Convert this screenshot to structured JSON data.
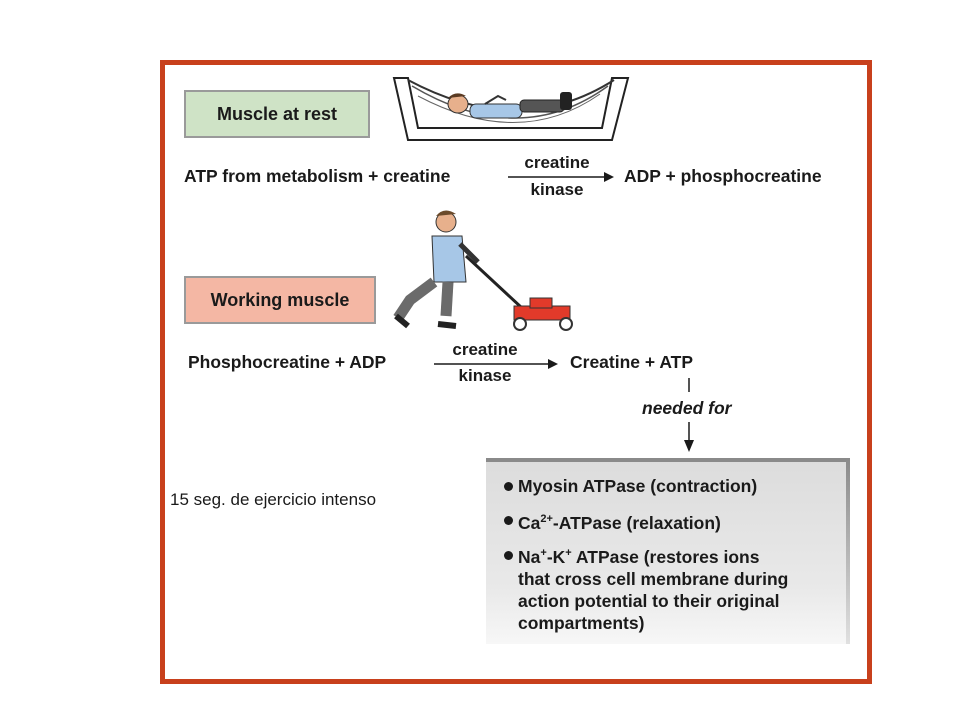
{
  "rest": {
    "label": "Muscle at rest",
    "substrates": "ATP from metabolism + creatine",
    "enzyme_top": "creatine",
    "enzyme_bottom": "kinase",
    "products": "ADP + phosphocreatine"
  },
  "working": {
    "label": "Working muscle",
    "substrates": "Phosphocreatine + ADP",
    "enzyme_top": "creatine",
    "enzyme_bottom": "kinase",
    "products": "Creatine + ATP",
    "needed_for": "needed for"
  },
  "uses": [
    {
      "label": "Myosin ATPase (contraction)"
    },
    {
      "prefix": "Ca",
      "sup": "2+",
      "rest": "-ATPase (relaxation)"
    },
    {
      "prefix": "Na",
      "sup": "+",
      "mid": "-K",
      "sup2": "+",
      "rest": " ATPase (restores ions",
      "line2": "that cross cell membrane during",
      "line3": "action potential to their original",
      "line4": "compartments)"
    }
  ],
  "note": "15 seg. de ejercicio intenso",
  "colors": {
    "frame": "#c8401c",
    "rest_box": "#cfe3c6",
    "work_box": "#f4b7a4",
    "mower": "#e23a2a"
  }
}
